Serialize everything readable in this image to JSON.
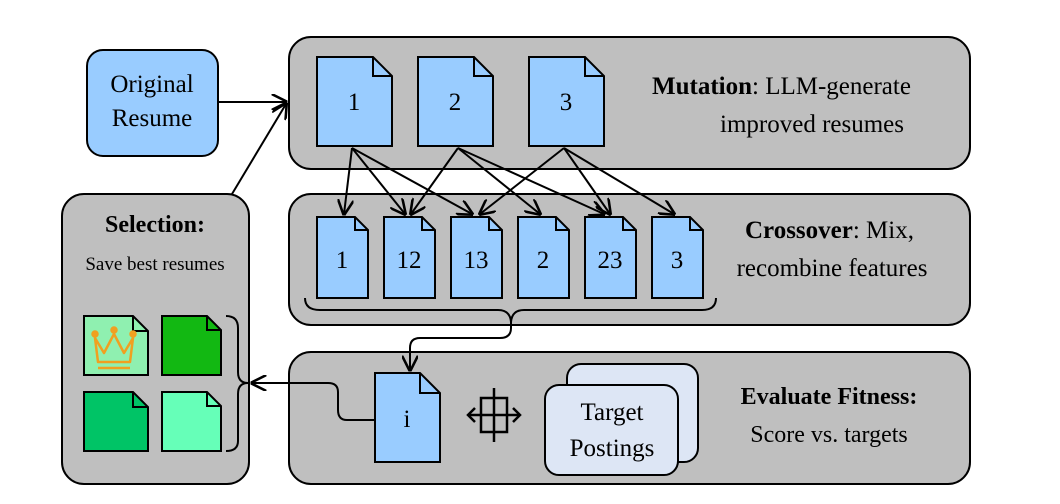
{
  "input": {
    "label_line1": "Original",
    "label_line2": "Resume"
  },
  "mutation": {
    "title_bold": "Mutation",
    "title_rest": ": LLM-generate",
    "line2": "improved resumes",
    "docs": [
      "1",
      "2",
      "3"
    ]
  },
  "crossover": {
    "title_bold": "Crossover",
    "title_rest": ": Mix,",
    "line2": "recombine features",
    "docs": [
      "1",
      "12",
      "13",
      "2",
      "23",
      "3"
    ]
  },
  "evaluate": {
    "title": "Evaluate Fitness:",
    "line2": "Score vs. targets",
    "doc": "i",
    "targets_line1": "Target",
    "targets_line2": "Postings"
  },
  "selection": {
    "title": "Selection:",
    "line2": "Save best resumes"
  },
  "colors": {
    "panel": "#bfbfbf",
    "doc_blue": "#99ccff",
    "target_card": "#dde6f5",
    "crown": "#f0a020",
    "green_light": "#8ff0b0",
    "green_dark": "#12b812",
    "green_mid": "#00c466",
    "green_pale": "#66ffb8"
  }
}
